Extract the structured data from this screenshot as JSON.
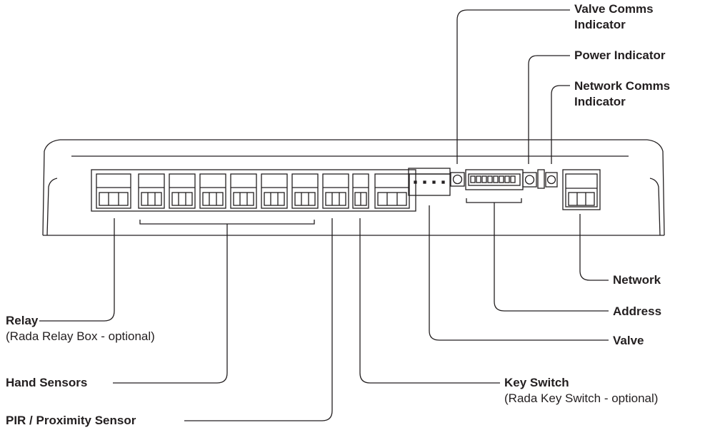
{
  "labels": {
    "valve_comms": {
      "line1": "Valve Comms",
      "line2": "Indicator"
    },
    "power": {
      "text": "Power Indicator"
    },
    "network_comms": {
      "line1": "Network Comms",
      "line2": "Indicator"
    },
    "network": {
      "text": "Network"
    },
    "address": {
      "text": "Address"
    },
    "valve": {
      "text": "Valve"
    },
    "relay": {
      "title": "Relay",
      "note": "(Rada Relay Box - optional)"
    },
    "hand_sensors": {
      "text": "Hand Sensors"
    },
    "key_switch": {
      "title": "Key Switch",
      "note": "(Rada Key Switch - optional)"
    },
    "pir": {
      "text": "PIR / Proximity Sensor"
    }
  },
  "colors": {
    "line": "#231f20",
    "text": "#231f20",
    "background": "#ffffff"
  }
}
